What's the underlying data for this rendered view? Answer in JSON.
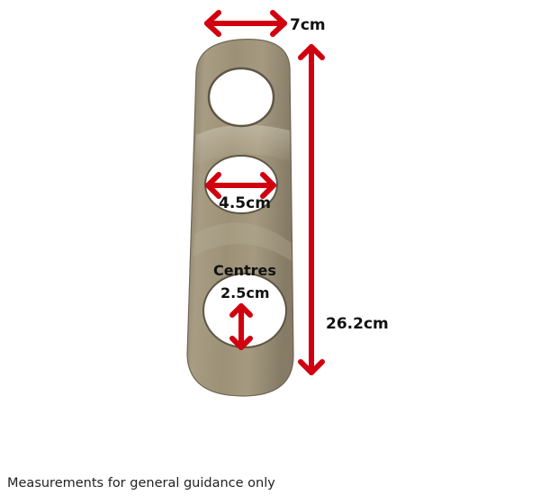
{
  "image": {
    "subject": "stainless steel spaghetti measurer with three holes",
    "colors": {
      "background": "#ffffff",
      "steel_base": "#9d9175",
      "steel_light": "#c9c2ad",
      "steel_dark": "#6e6452",
      "arrow": "#d0000f",
      "text": "#111111"
    }
  },
  "annotations": {
    "width": "7cm",
    "hole_diameter": "4.5cm",
    "centres_label": "Centres",
    "centres_value": "2.5cm",
    "length": "26.2cm"
  },
  "caption": "Measurements for general guidance only"
}
